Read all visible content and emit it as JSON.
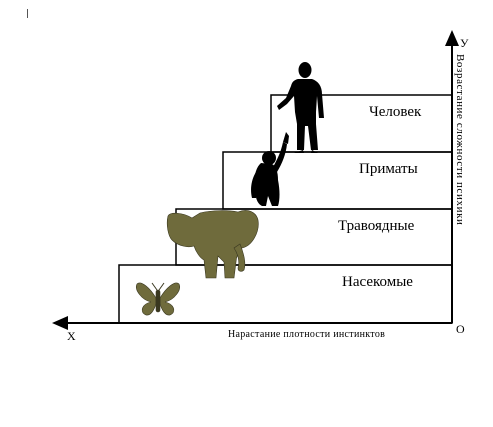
{
  "steps": [
    {
      "label": "Насекомые"
    },
    {
      "label": "Травоядные"
    },
    {
      "label": "Приматы"
    },
    {
      "label": "Человек"
    }
  ],
  "axes": {
    "x_letter": "X",
    "y_letter": "У",
    "origin_letter": "О",
    "x_caption": "Нарастание плотности инстинктов",
    "y_caption": "Возрастание сложности психики"
  },
  "colors": {
    "line": "#000000",
    "animal_fill": "#6f6b3c",
    "silhouette": "#000000"
  },
  "icons": [
    "butterfly-icon",
    "elephant-icon",
    "ape-icon",
    "human-icon"
  ]
}
